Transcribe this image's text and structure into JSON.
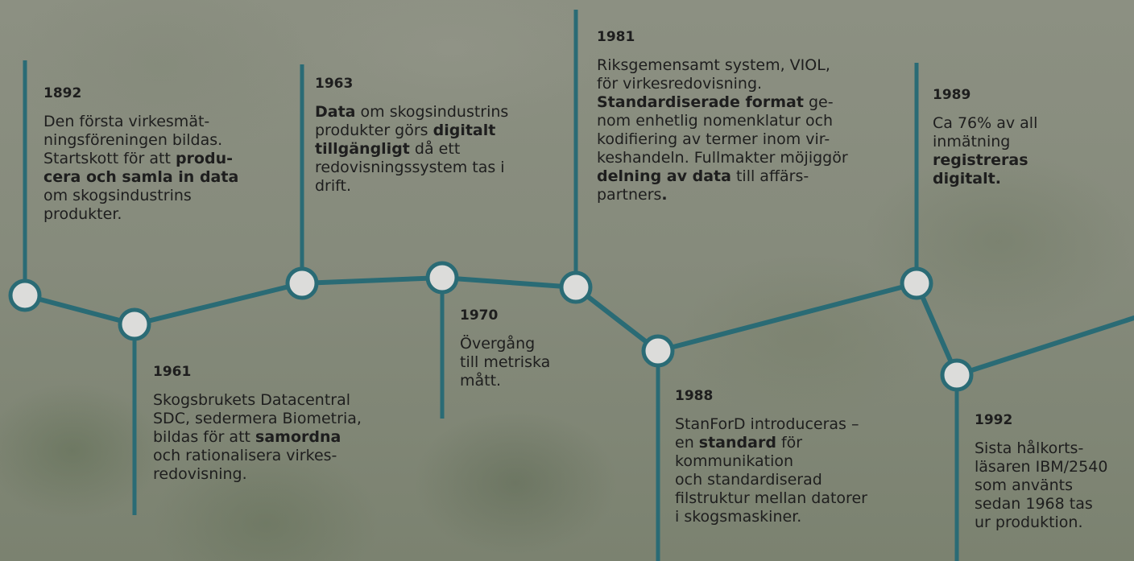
{
  "colors": {
    "line": "#2a6b75",
    "node_fill": "#dcdcda",
    "text": "#1e1e1e"
  },
  "events": [
    {
      "id": "1892",
      "year": "1892",
      "body": [
        {
          "t": "Den första virkesmät-"
        },
        {
          "t": "ningsföreningen bildas."
        },
        {
          "t": "Startskott för att "
        },
        {
          "t": "produ-",
          "b": true
        },
        {
          "t": "cera och samla in data",
          "b": true
        },
        {
          "t": "om skogsindustrins"
        },
        {
          "t": "produkter."
        }
      ]
    },
    {
      "id": "1961",
      "year": "1961",
      "body": [
        {
          "t": "Skogsbrukets Datacentral"
        },
        {
          "t": "SDC, sedermera Biometria,"
        },
        {
          "t": "bildas för att "
        },
        {
          "t": "samordna",
          "b": true
        },
        {
          "t": "och rationalisera virkes-"
        },
        {
          "t": "redovisning."
        }
      ]
    },
    {
      "id": "1963",
      "year": "1963",
      "body": [
        {
          "t": "Data",
          "b": true
        },
        {
          "t": " om skogsindustrins"
        },
        {
          "t": "produkter görs "
        },
        {
          "t": "digitalt",
          "b": true
        },
        {
          "t": "tillgängligt",
          "b": true
        },
        {
          "t": " då ett"
        },
        {
          "t": "redovisningssystem tas i"
        },
        {
          "t": "drift."
        }
      ]
    },
    {
      "id": "1970",
      "year": "1970",
      "body": [
        {
          "t": "Övergång"
        },
        {
          "t": "till metriska"
        },
        {
          "t": "mått."
        }
      ]
    },
    {
      "id": "1981",
      "year": "1981",
      "body": [
        {
          "t": "Riksgemensamt system, VIOL,"
        },
        {
          "t": "för virkesredovisning."
        },
        {
          "t": "Standardiserade format",
          "b": true
        },
        {
          "t": " ge-"
        },
        {
          "t": "nom enhetlig nomenklatur och"
        },
        {
          "t": "kodifiering av termer inom vir-"
        },
        {
          "t": "keshandeln. Fullmakter möjiggör"
        },
        {
          "t": "delning av data",
          "b": true
        },
        {
          "t": " till affärs-"
        },
        {
          "t": "partners"
        },
        {
          "t": ".",
          "b": true
        }
      ]
    },
    {
      "id": "1988",
      "year": "1988",
      "body": [
        {
          "t": "StanForD introduceras –"
        },
        {
          "t": "en "
        },
        {
          "t": "standard",
          "b": true
        },
        {
          "t": " för"
        },
        {
          "t": "kommunikation"
        },
        {
          "t": "och standardiserad"
        },
        {
          "t": "filstruktur mellan datorer"
        },
        {
          "t": "i skogsmaskiner."
        }
      ]
    },
    {
      "id": "1989",
      "year": "1989",
      "body": [
        {
          "t": "Ca 76% av all"
        },
        {
          "t": "inmätning"
        },
        {
          "t": "registreras",
          "b": true
        },
        {
          "t": "digitalt.",
          "b": true
        }
      ]
    },
    {
      "id": "1992",
      "year": "1992",
      "body": [
        {
          "t": "Sista hålkorts-"
        },
        {
          "t": "läsaren IBM/2540"
        },
        {
          "t": "som använts"
        },
        {
          "t": "sedan 1968 tas"
        },
        {
          "t": "ur produktion."
        }
      ]
    }
  ]
}
